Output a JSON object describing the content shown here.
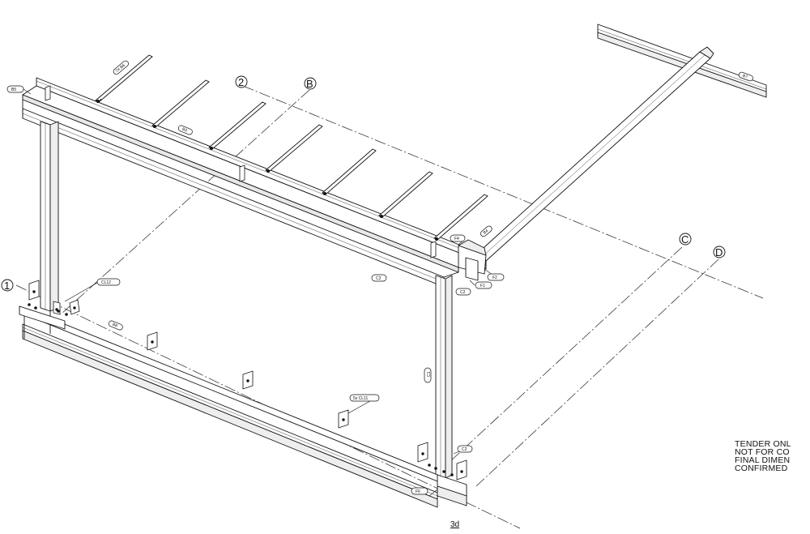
{
  "grid_labels": {
    "g1": "1",
    "g2": "2",
    "gB": "B",
    "gC": "C",
    "gD": "D"
  },
  "part_tags": {
    "b5": "B5",
    "purlin_qty": "7X B6",
    "b3": "B3",
    "b7": "B7",
    "b4": "B4",
    "f4": "F4",
    "f2": "F2",
    "f1": "F1",
    "c2_a": "C2",
    "c2_b": "C2",
    "cl12": "CL12",
    "b8": "B8",
    "c1": "C1",
    "cl11": "5x CL11",
    "c2_c": "C2",
    "f6": "F6"
  },
  "note_lines": [
    "TENDER ONL",
    "NOT FOR CO",
    "FINAL DIMEN",
    "CONFIRMED"
  ],
  "view_label": "3d"
}
